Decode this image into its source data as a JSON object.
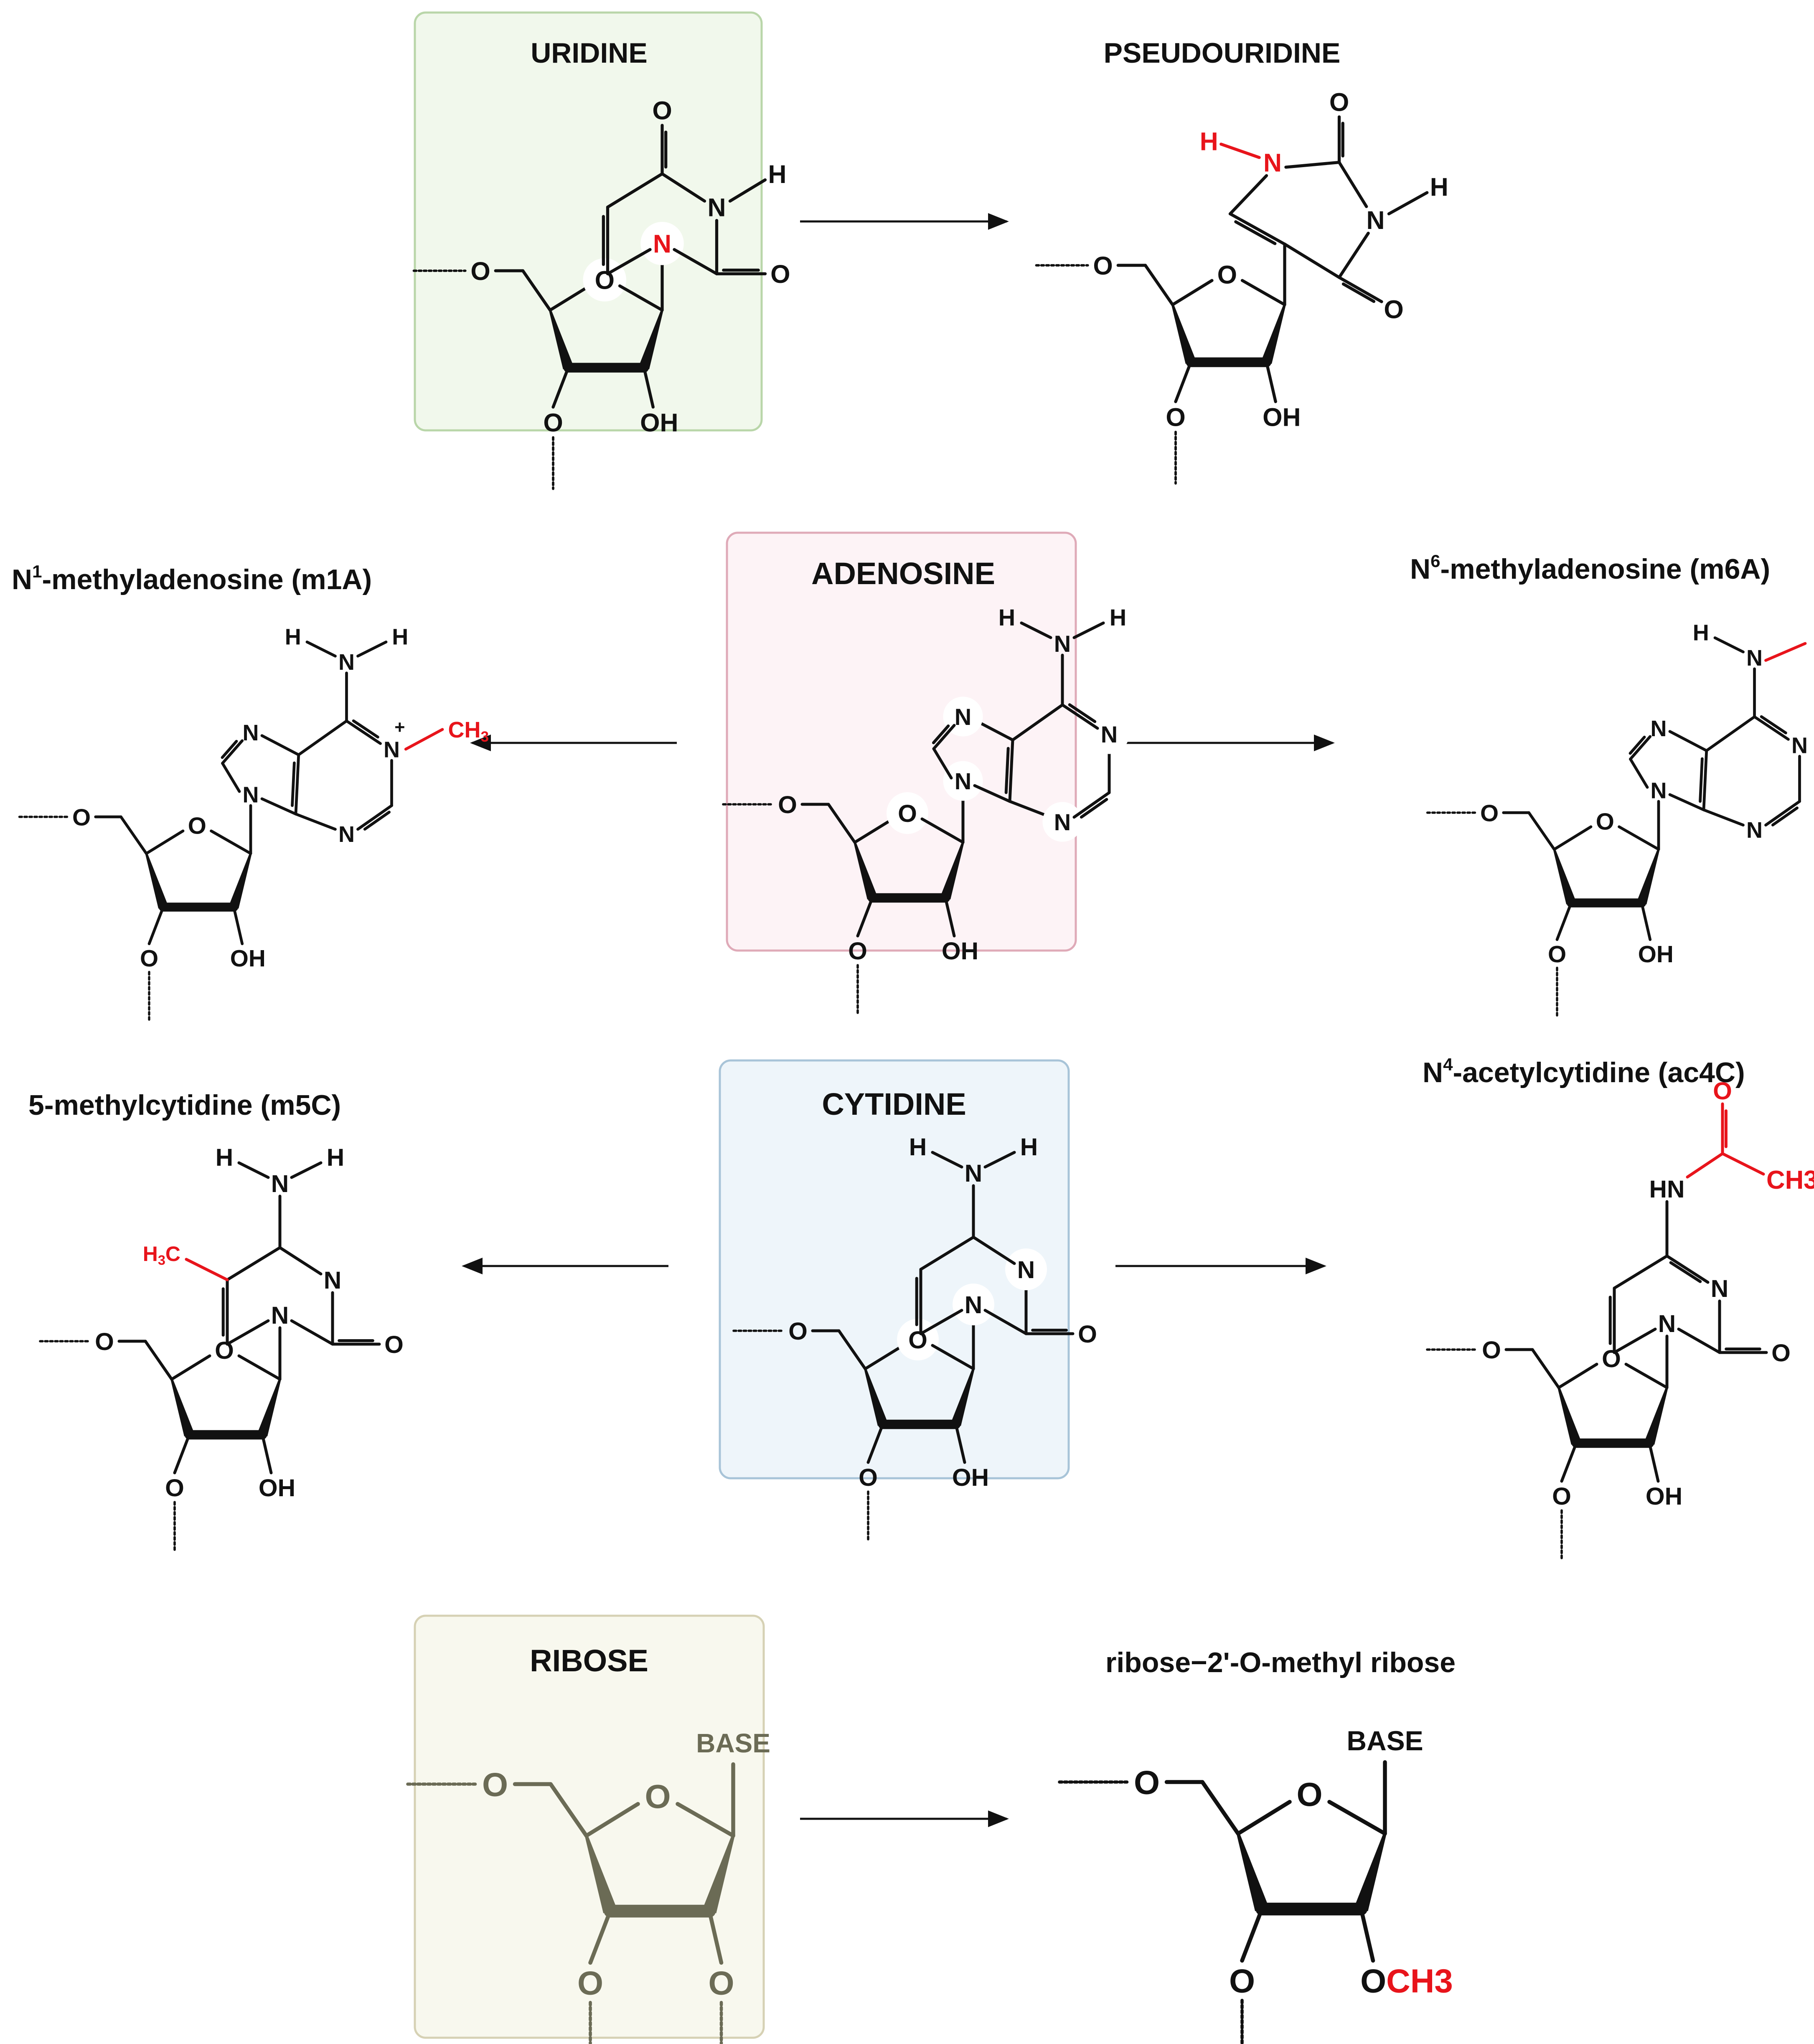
{
  "colors": {
    "bond": "#111111",
    "highlight": "#e8141b",
    "uridine_box_fill": "#f1f8ec",
    "uridine_box_stroke": "#b9d6a9",
    "adenosine_box_fill": "#fdf3f6",
    "adenosine_box_stroke": "#dfaab8",
    "cytidine_box_fill": "#eef5fa",
    "cytidine_box_stroke": "#a8c4d8",
    "ribose_box_fill": "#f8f8ee",
    "ribose_box_stroke": "#d6d1b4",
    "ribose_ring": "#6b6b55"
  },
  "titles": {
    "uridine": "URIDINE",
    "pseudouridine": "PSEUDOURIDINE",
    "adenosine": "ADENOSINE",
    "m1a_prefix": "N",
    "m1a_sup": "1",
    "m1a_rest": "-methyladenosine (m1A)",
    "m6a_prefix": "N",
    "m6a_sup": "6",
    "m6a_rest": "-methyladenosine (m6A)",
    "cytidine": "CYTIDINE",
    "m5c": "5-methylcytidine (m5C)",
    "ac4c_prefix": "N",
    "ac4c_sup": "4",
    "ac4c_rest": "-acetylcytidine (ac4C)",
    "ribose": "RIBOSE",
    "methyl_ribose": "ribose−2'-O-methyl ribose"
  },
  "atoms": {
    "O": "O",
    "N": "N",
    "H": "H",
    "OH": "OH",
    "CH3": "CH3",
    "CH3_sub": "3",
    "CH": "CH",
    "H3C_H": "H",
    "H3C_sub": "3",
    "H3C_C": "C",
    "HN": "HN",
    "plus": "+",
    "BASE": "BASE"
  }
}
